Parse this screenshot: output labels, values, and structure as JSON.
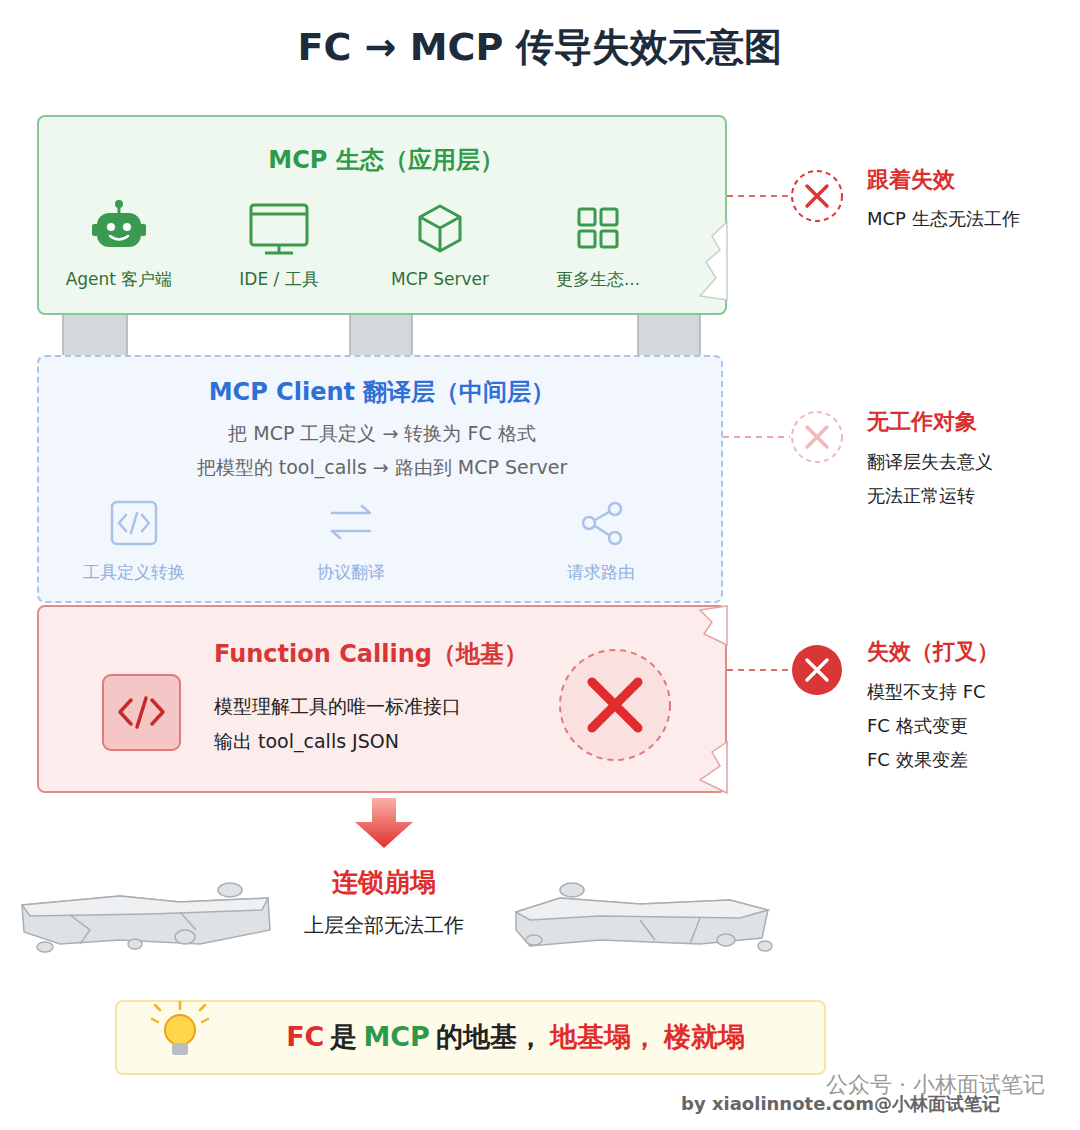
{
  "diagram": {
    "title": "FC → MCP 传导失效示意图",
    "nodes": [
      {
        "text": [
          "MCP 生态（应用层）"
        ]
      },
      {
        "text": [
          "MCP Client 翻译层（中间层）",
          "把 MCP 工具定义 → 转换为 FC 格式",
          "把模型的 tool_calls → 路由到 MCP Server"
        ]
      },
      {
        "text": [
          "Function Calling（地基）",
          "模型理解工具的唯一标准接口",
          "输出 tool_calls JSON"
        ]
      },
      {
        "text": [
          "FC",
          "是",
          "MCP",
          "的地基，",
          "地基塌，",
          "楼就塌"
        ]
      }
    ],
    "labels": [
      "Agent 客户端",
      "IDE / 工具",
      "MCP Server",
      "更多生态...",
      "工具定义转换",
      "协议翻译",
      "请求路由",
      "跟着失效",
      "MCP 生态无法工作",
      "无工作对象",
      "翻译层失去意义",
      "无法正常运转",
      "失效（打叉）",
      "模型不支持 FC",
      "FC 格式变更",
      "FC 效果变差",
      "连锁崩塌",
      "上层全部无法工作",
      "公众号 · 小林面试笔记",
      "by xiaolinnote.com@小林面试笔记"
    ]
  }
}
